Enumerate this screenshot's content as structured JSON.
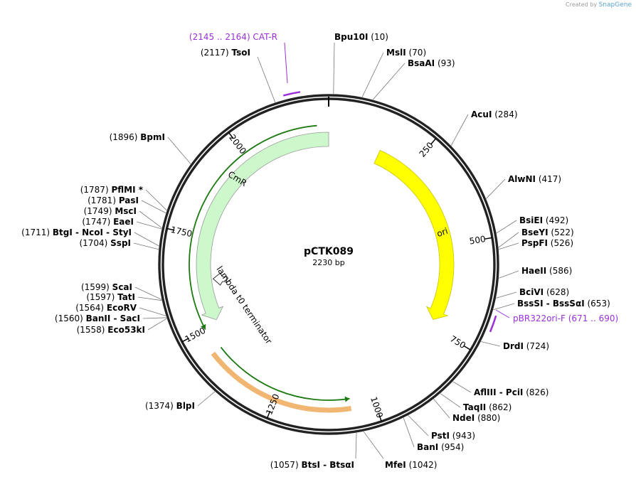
{
  "credit": {
    "prefix": "Created by",
    "brand": "SnapGene"
  },
  "plasmid": {
    "name": "pCTK089",
    "size_label": "2230 bp",
    "length": 2230
  },
  "colors": {
    "primer": "#9b30d9",
    "backbone": "#222222",
    "cmr_fill": "#ccf8cc",
    "ori_fill": "#ffff00",
    "orf_green": "#1b7a10",
    "orf_orange": "#f2b673",
    "orf_orange_fill": "#fde4c2"
  },
  "ticks": [
    {
      "pos": 250,
      "label": "250"
    },
    {
      "pos": 500,
      "label": "500"
    },
    {
      "pos": 750,
      "label": "750"
    },
    {
      "pos": 1000,
      "label": "1000"
    },
    {
      "pos": 1250,
      "label": "1250"
    },
    {
      "pos": 1500,
      "label": "1500"
    },
    {
      "pos": 1750,
      "label": "1750"
    },
    {
      "pos": 2000,
      "label": "2000"
    }
  ],
  "features": [
    {
      "name": "CmR",
      "type": "arrow",
      "start": 1510,
      "end": 2230,
      "direction": "reverse"
    },
    {
      "name": "ori",
      "type": "arrow",
      "start": 150,
      "end": 730,
      "direction": "forward"
    },
    {
      "name": "lambda t0 terminator",
      "type": "terminator",
      "pos": 1590
    }
  ],
  "orfs": [
    {
      "start": 1060,
      "end": 1440,
      "direction": "reverse",
      "style": "orange"
    },
    {
      "start": 1500,
      "end": 2200,
      "direction": "reverse",
      "style": "green"
    }
  ],
  "sites": [
    {
      "name": "Bpu10I",
      "pos_label": "(10)",
      "pos": 10
    },
    {
      "name": "MslI",
      "pos_label": "(70)",
      "pos": 70
    },
    {
      "name": "BsaAI",
      "pos_label": "(93)",
      "pos": 93
    },
    {
      "name": "AcuI",
      "pos_label": "(284)",
      "pos": 284
    },
    {
      "name": "AlwNI",
      "pos_label": "(417)",
      "pos": 417
    },
    {
      "name": "BsiEI",
      "pos_label": "(492)",
      "pos": 492
    },
    {
      "name": "BseYI",
      "pos_label": "(522)",
      "pos": 522
    },
    {
      "name": "PspFI",
      "pos_label": "(526)",
      "pos": 526
    },
    {
      "name": "HaeII",
      "pos_label": "(586)",
      "pos": 586
    },
    {
      "name": "BciVI",
      "pos_label": "(628)",
      "pos": 628
    },
    {
      "name": "BssSI - BssSαI",
      "pos_label": "(653)",
      "pos": 653
    },
    {
      "name": "DrdI",
      "pos_label": "(724)",
      "pos": 724
    },
    {
      "name": "AflIII - PciI",
      "pos_label": "(826)",
      "pos": 826
    },
    {
      "name": "TaqII",
      "pos_label": "(862)",
      "pos": 862
    },
    {
      "name": "NdeI",
      "pos_label": "(880)",
      "pos": 880
    },
    {
      "name": "PstI",
      "pos_label": "(943)",
      "pos": 943
    },
    {
      "name": "BanI",
      "pos_label": "(954)",
      "pos": 954
    },
    {
      "name": "MfeI",
      "pos_label": "(1042)",
      "pos": 1042
    },
    {
      "name": "BtsI - BtsαI",
      "pos_label": "(1057)",
      "pos": 1057
    },
    {
      "name": "BlpI",
      "pos_label": "(1374)",
      "pos": 1374
    },
    {
      "name": "Eco53kI",
      "pos_label": "(1558)",
      "pos": 1558
    },
    {
      "name": "BanII - SacI",
      "pos_label": "(1560)",
      "pos": 1560
    },
    {
      "name": "EcoRV",
      "pos_label": "(1564)",
      "pos": 1564
    },
    {
      "name": "TatI",
      "pos_label": "(1597)",
      "pos": 1597
    },
    {
      "name": "ScaI",
      "pos_label": "(1599)",
      "pos": 1599
    },
    {
      "name": "SspI",
      "pos_label": "(1704)",
      "pos": 1704
    },
    {
      "name": "BtgI - NcoI - StyI",
      "pos_label": "(1711)",
      "pos": 1711
    },
    {
      "name": "EaeI",
      "pos_label": "(1747)",
      "pos": 1747
    },
    {
      "name": "MscI",
      "pos_label": "(1749)",
      "pos": 1749
    },
    {
      "name": "PasI",
      "pos_label": "(1781)",
      "pos": 1781
    },
    {
      "name": "PflMI *",
      "pos_label": "(1787)",
      "pos": 1787
    },
    {
      "name": "BpmI",
      "pos_label": "(1896)",
      "pos": 1896
    },
    {
      "name": "TsoI",
      "pos_label": "(2117)",
      "pos": 2117
    }
  ],
  "primers": [
    {
      "name": "CAT-R",
      "range_label": "(2145 .. 2164)",
      "start": 2145,
      "end": 2164
    },
    {
      "name": "pBR322ori-F",
      "range_label": "(671 .. 690)",
      "start": 671,
      "end": 690
    }
  ]
}
